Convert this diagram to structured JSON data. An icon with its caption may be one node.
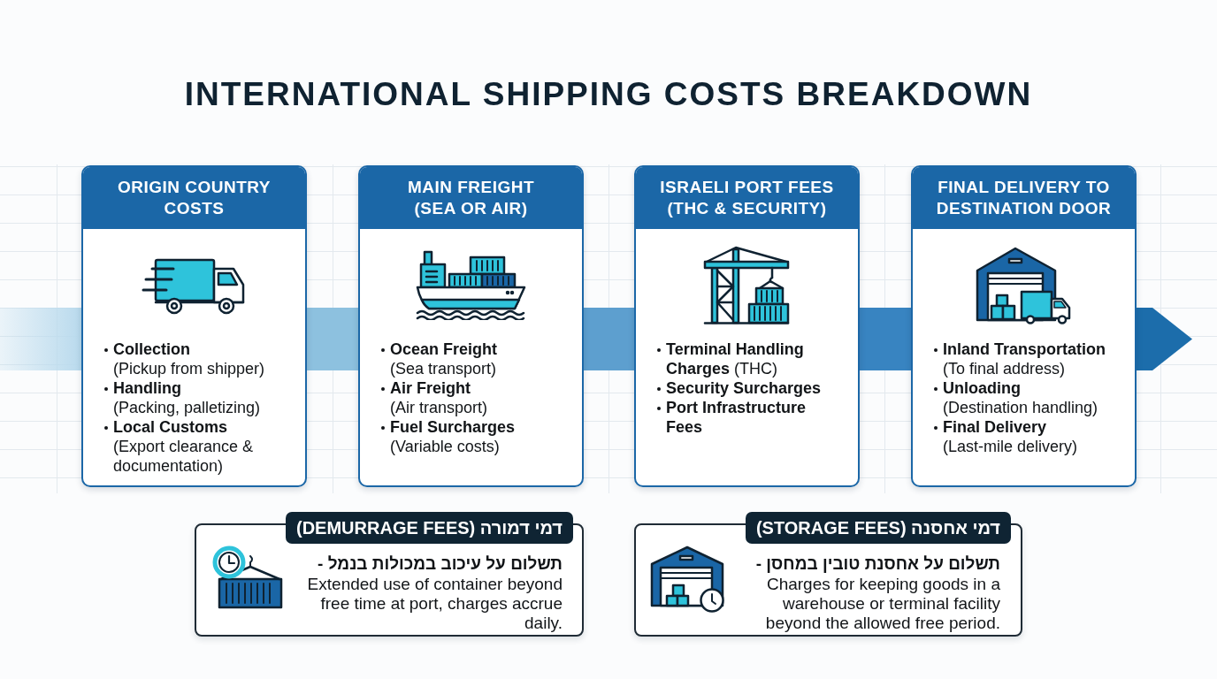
{
  "diagram": {
    "title": "INTERNATIONAL SHIPPING COSTS BREAKDOWN",
    "nodes": [
      {
        "text": [
          "ORIGIN COUNTRY COSTS",
          "**Collection** (Pickup from shipper)",
          "**Handling** (Packing, palletizing)",
          "**Local Customs** (Export clearance & documentation)"
        ]
      },
      {
        "text": [
          "MAIN FREIGHT (SEA OR AIR)",
          "**Ocean Freight** (Sea transport)",
          "**Air Freight** (Air transport)",
          "**Fuel Surcharges** (Variable costs)"
        ]
      },
      {
        "text": [
          "ISRAELI PORT FEES (THC & SECURITY)",
          "**Terminal Handling Charges** (THC)",
          "Security Surcharges",
          "Port Infrastructure Fees"
        ]
      },
      {
        "text": [
          "FINAL DELIVERY TO DESTINATION DOOR",
          "**Inland Transportation** (To final address)",
          "**Unloading** (Destination handling)",
          "**Final Delivery** (Last-mile delivery)"
        ]
      },
      {
        "text": [
          "דמי דמורה (DEMURRAGE FEES)",
          "תשלום על עיכוב במכולות בנמל -",
          "Extended use of container beyond free time at port, charges accrue daily."
        ]
      },
      {
        "text": [
          "דמי אחסנה (STORAGE FEES)",
          "תשלום על אחסנת טובין במחסן -",
          "Charges for keeping goods in a warehouse or terminal facility beyond the allowed free period."
        ]
      }
    ],
    "edges": [
      {
        "from": null,
        "to": 0,
        "arrow": "none",
        "style": "thick",
        "color": "#b9daed"
      },
      {
        "from": 0,
        "to": 1,
        "arrow": "none",
        "style": "thick",
        "color": "#8dc1df"
      },
      {
        "from": 1,
        "to": 2,
        "arrow": "none",
        "style": "thick",
        "color": "#5d9fcf"
      },
      {
        "from": 2,
        "to": 3,
        "arrow": "none",
        "style": "thick",
        "color": "#3884c1"
      },
      {
        "from": 3,
        "to": null,
        "arrow": "to",
        "style": "thick",
        "color": "#1c6dab"
      }
    ]
  }
}
